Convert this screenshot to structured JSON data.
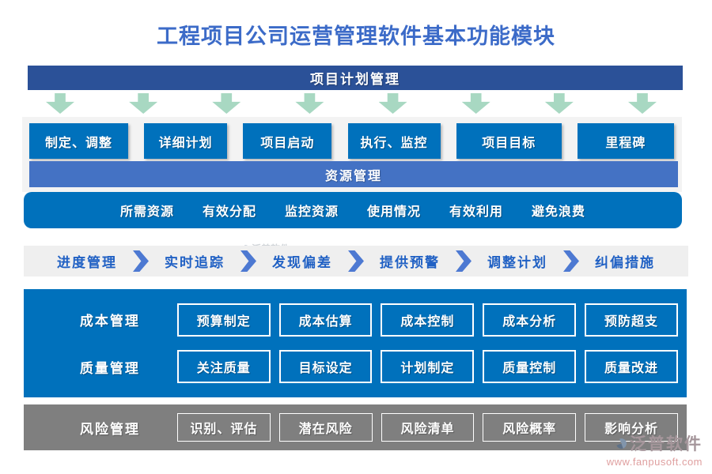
{
  "title": "工程项目公司运营管理软件基本功能模块",
  "plan": {
    "header": "项目计划管理",
    "buttons": [
      "制定、调整",
      "详细计划",
      "项目启动",
      "执行、监控",
      "项目目标",
      "里程碑"
    ]
  },
  "resource": {
    "header": "资源管理",
    "items": [
      "所需资源",
      "有效分配",
      "监控资源",
      "使用情况",
      "有效利用",
      "避免浪费"
    ]
  },
  "progress": {
    "steps": [
      "进度管理",
      "实时追踪",
      "发现偏差",
      "提供预警",
      "调整计划",
      "纠偏措施"
    ]
  },
  "cost": {
    "label": "成本管理",
    "items": [
      "预算制定",
      "成本估算",
      "成本控制",
      "成本分析",
      "预防超支"
    ]
  },
  "quality": {
    "label": "质量管理",
    "items": [
      "关注质量",
      "目标设定",
      "计划制定",
      "质量控制",
      "质量改进"
    ]
  },
  "risk": {
    "label": "风险管理",
    "items": [
      "识别、评估",
      "潜在风险",
      "风险清单",
      "风险概率",
      "影响分析"
    ]
  },
  "watermark": {
    "brand": "泛普软件"
  },
  "logo": {
    "brand": "泛普软件",
    "url": "www.fanpusoft.com"
  },
  "icons": {
    "down_arrow": "flow-down-arrow",
    "chevron": "chevron-right",
    "logo_mark": "fanpu-swoosh"
  },
  "colors": {
    "title_blue": "#3c6bc8",
    "header_dark_blue": "#2b5198",
    "primary_blue": "#0071bc",
    "medium_blue": "#4472c4",
    "arrow_green": "#a8d8c2",
    "progress_bg_gray": "#efefef",
    "step_text_blue": "#2161c4",
    "chevron_blue": "#4d79d2",
    "risk_panel_gray": "#7f7f7f",
    "logo_name_gray": "#a5969b",
    "logo_url_pink": "#df9f9f"
  }
}
